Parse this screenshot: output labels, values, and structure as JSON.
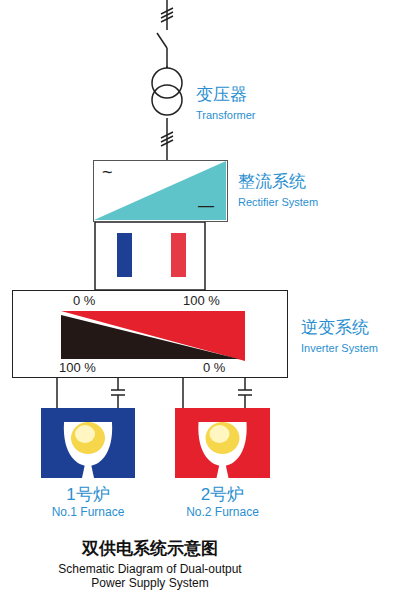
{
  "diagram": {
    "title": "双供电系统示意图",
    "caption": "Schematic Diagram of Dual-output Power Supply System",
    "nodes": [
      {
        "text": [
          "变压器",
          "Transformer"
        ]
      },
      {
        "text": [
          "~",
          "—",
          "整流系统",
          "Rectifier System"
        ]
      },
      {
        "text": [
          "0 %",
          "100 %",
          "逆变系统",
          "Inverter System",
          "100 %",
          "0 %"
        ]
      },
      {
        "text": [
          "1号炉",
          "No.1 Furnace"
        ]
      },
      {
        "text": [
          "2号炉",
          "No.2 Furnace"
        ]
      }
    ],
    "edges": [
      {
        "from": 0,
        "to": 1,
        "arrow": "none"
      },
      {
        "from": 2,
        "to": 3,
        "arrow": "none"
      },
      {
        "from": 2,
        "to": 4,
        "arrow": "none"
      }
    ]
  }
}
